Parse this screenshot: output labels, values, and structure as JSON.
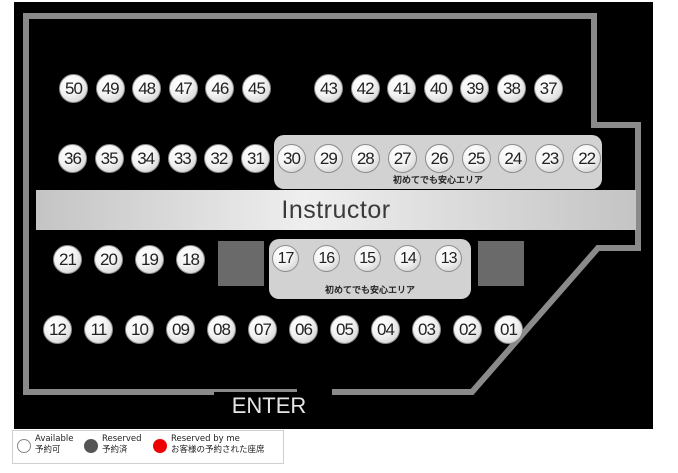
{
  "instructor_label": "Instructor",
  "enter_label": "ENTER",
  "zone_label": "初めてでも安心エリア",
  "seats": {
    "row1_left": [
      "50",
      "49",
      "48",
      "47",
      "46",
      "45"
    ],
    "row1_right": [
      "43",
      "42",
      "41",
      "40",
      "39",
      "38",
      "37"
    ],
    "row2_left": [
      "36",
      "35",
      "34",
      "33",
      "32",
      "31"
    ],
    "row2_zone": [
      "30",
      "29",
      "28",
      "27",
      "26",
      "25",
      "24",
      "23",
      "22"
    ],
    "row3_left": [
      "21",
      "20",
      "19",
      "18"
    ],
    "row3_zone": [
      "17",
      "16",
      "15",
      "14",
      "13"
    ],
    "row4": [
      "12",
      "11",
      "10",
      "09",
      "08",
      "07",
      "06",
      "05",
      "04",
      "03",
      "02",
      "01"
    ]
  },
  "legend": [
    {
      "en": "Available",
      "ja": "予約可",
      "color": "#ffffff",
      "icon": "available-seat-icon"
    },
    {
      "en": "Reserved",
      "ja": "予約済",
      "color": "#555555",
      "icon": "reserved-seat-icon"
    },
    {
      "en": "Reserved by me",
      "ja": "お客様の予約された座席",
      "color": "#ee0000",
      "icon": "my-reservation-icon"
    }
  ],
  "colors": {
    "background": "#000000",
    "outline": "#8a8a8a",
    "zone": "#d2d2d2",
    "seat_available": "#ffffff"
  }
}
